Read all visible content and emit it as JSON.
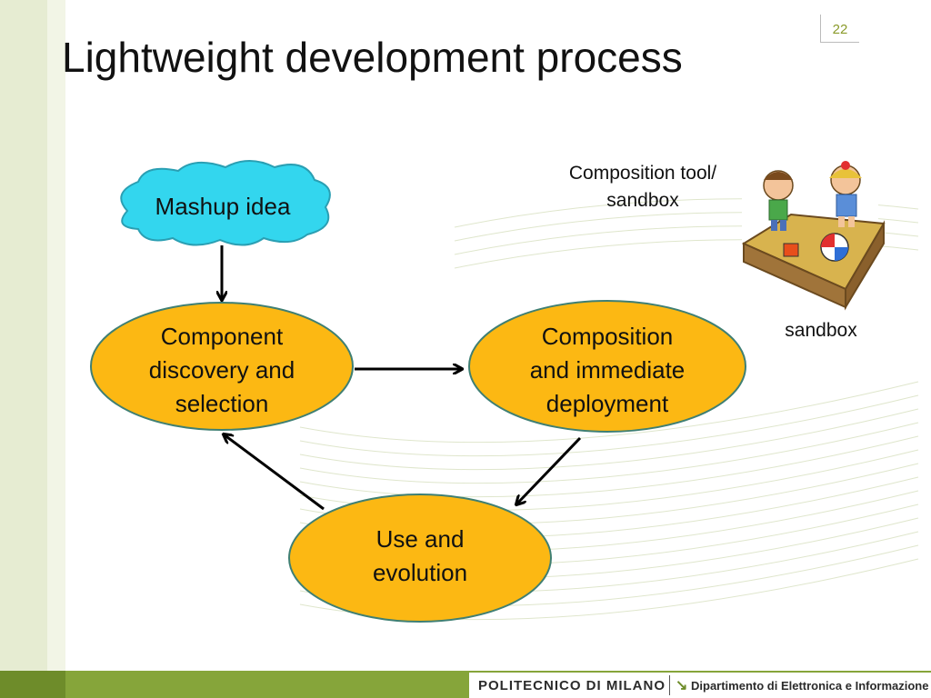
{
  "slide": {
    "title": "Lightweight development process",
    "page_number": "22"
  },
  "nodes": {
    "idea": "Mashup idea",
    "discovery": [
      "Component",
      "discovery and",
      "selection"
    ],
    "composition": [
      "Composition",
      "and immediate",
      "deployment"
    ],
    "use": [
      "Use and",
      "evolution"
    ]
  },
  "labels": {
    "tool": [
      "Composition tool/",
      "sandbox"
    ],
    "sandbox_caption": "sandbox"
  },
  "footer": {
    "university": "POLITECNICO DI MILANO",
    "department": "Dipartimento di Elettronica e Informazione"
  },
  "colors": {
    "cloud_fill": "#33d6ee",
    "ellipse_fill": "#fcb813",
    "ellipse_stroke": "#3f7f73",
    "accent_green": "#86a53a"
  }
}
